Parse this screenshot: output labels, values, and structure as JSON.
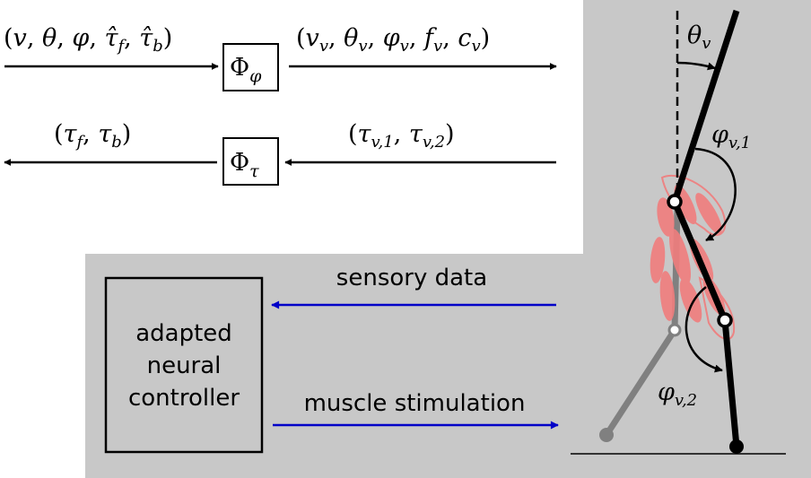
{
  "colors": {
    "panel_gray": "#c8c8c8",
    "arrow_blue": "#0000c8",
    "muscle_pink": "#f07d7d",
    "leg_black": "#000000",
    "leg_gray": "#808080"
  },
  "top_flow": {
    "input_label": "(v, θ, φ, τ̂_f, τ̂_b)",
    "phi_phi_box": "Φ_φ",
    "output_label": "(v_v, θ_v, φ_v, f_v, c_v)"
  },
  "bottom_flow": {
    "left_label": "(τ_f, τ_b)",
    "phi_tau_box": "Φ_τ",
    "right_label": "(τ_v,1, τ_v,2)"
  },
  "controller": {
    "line1": "adapted",
    "line2": "neural",
    "line3": "controller",
    "sensory_label": "sensory data",
    "stimulation_label": "muscle stimulation"
  },
  "leg": {
    "theta_symbol": "θ",
    "theta_sub": "v",
    "phi1_symbol": "φ",
    "phi1_sub": "v,1",
    "phi2_symbol": "φ",
    "phi2_sub": "v,2"
  }
}
